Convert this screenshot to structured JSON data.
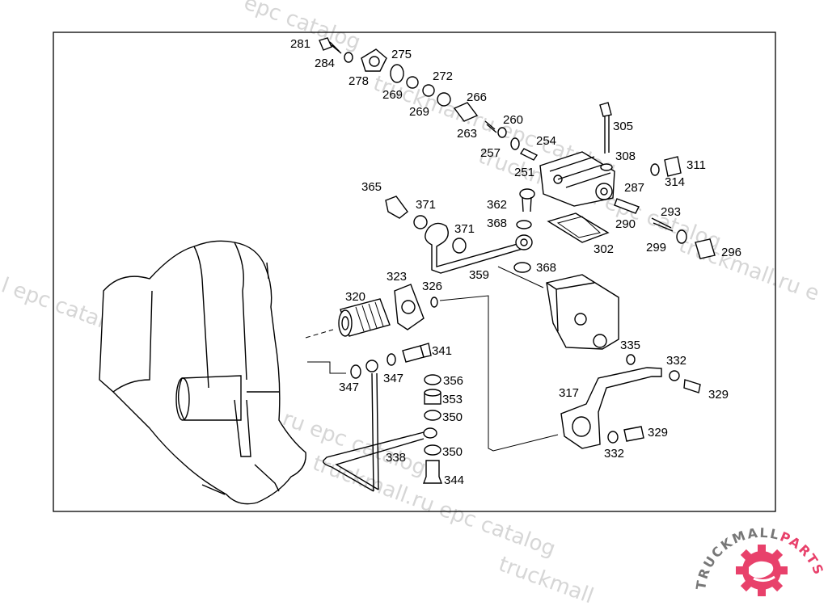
{
  "labels": {
    "l281": "281",
    "l284": "284",
    "l278": "278",
    "l275": "275",
    "l269a": "269",
    "l272": "272",
    "l269b": "269",
    "l266": "266",
    "l263": "263",
    "l260": "260",
    "l257": "257",
    "l254": "254",
    "l305": "305",
    "l308": "308",
    "l251": "251",
    "l311": "311",
    "l314": "314",
    "l287": "287",
    "l290": "290",
    "l293": "293",
    "l299": "299",
    "l296": "296",
    "l302": "302",
    "l365": "365",
    "l371a": "371",
    "l371b": "371",
    "l362": "362",
    "l368a": "368",
    "l368b": "368",
    "l359": "359",
    "l323": "323",
    "l320": "320",
    "l326": "326",
    "l341": "341",
    "l347a": "347",
    "l347b": "347",
    "l356": "356",
    "l353": "353",
    "l350a": "350",
    "l350b": "350",
    "l344": "344",
    "l338": "338",
    "l317": "317",
    "l335": "335",
    "l332a": "332",
    "l329a": "329",
    "l329b": "329",
    "l332b": "332"
  },
  "watermarks": {
    "w1": "epc catalog",
    "w2": "truckmall.ru epc catalog",
    "w3": "truckmall.ru epc catalog",
    "w4": "truckmall.ru e",
    "w5": "l epc catalog",
    "w6": "truckmall.ru epc catalog",
    "w7": "truckmall.ru epc catalog",
    "w8": "truckmall"
  },
  "logo": {
    "text_a": "TRUCKMALL",
    "text_b": "PARTS",
    "color_a": "#777777",
    "color_b": "#e8416b"
  }
}
